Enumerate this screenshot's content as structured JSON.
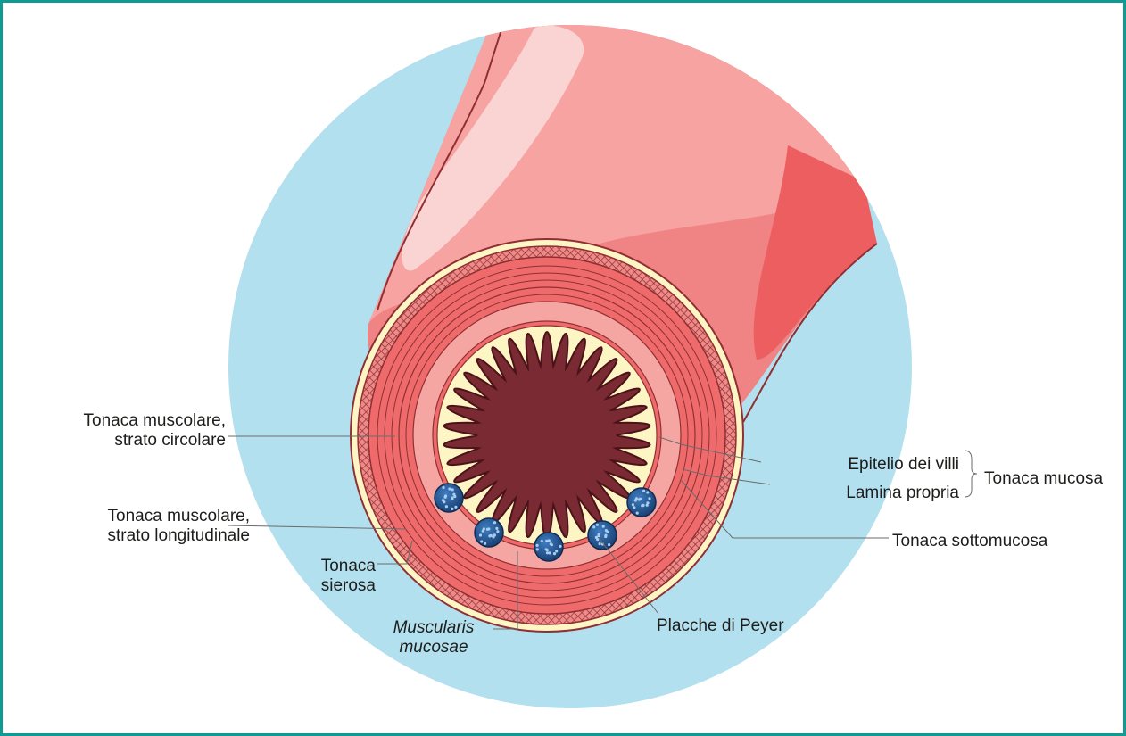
{
  "labels": {
    "muscolare_circolare": {
      "line1": "Tonaca muscolare,",
      "line2": "strato circolare"
    },
    "muscolare_longitudinale": {
      "line1": "Tonaca muscolare,",
      "line2": "strato longitudinale"
    },
    "sierosa": {
      "line1": "Tonaca",
      "line2": "sierosa"
    },
    "muscularis_mucosae": {
      "line1": "Muscularis",
      "line2": "mucosae"
    },
    "epitelio_villi": "Epitelio dei villi",
    "lamina_propria": "Lamina propria",
    "tonaca_mucosa": "Tonaca mucosa",
    "tonaca_sottomucosa": "Tonaca sottomucosa",
    "placche_peyer": "Placche di Peyer"
  },
  "colors": {
    "frame_border": "#0f9a94",
    "background_circle": "#b3e0ee",
    "lumen": "#7a2a33",
    "mucosa": "#fdf5c4",
    "submucosa": "#f6a6a2",
    "muscle": "#ef6b6b",
    "serosa": "#fdf5c4",
    "peyer_patches": "#1f4f8a"
  }
}
